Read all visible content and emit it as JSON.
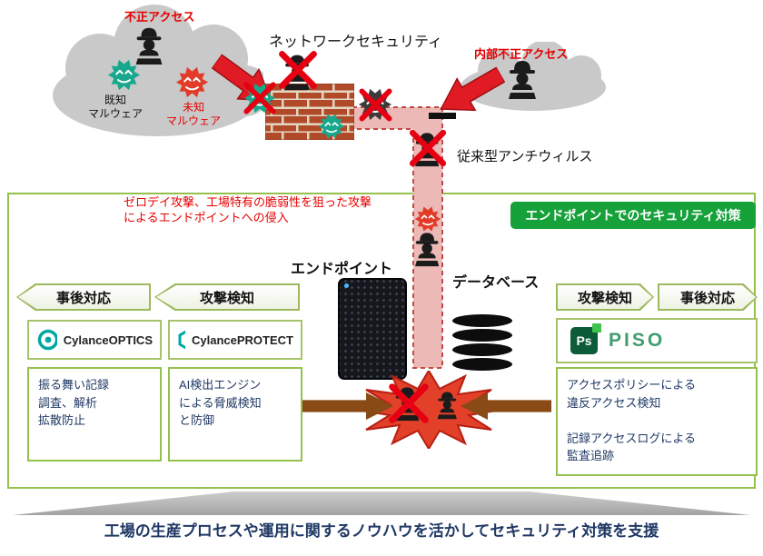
{
  "colors": {
    "accent_green": "#94c14e",
    "badge_green": "#16a13a",
    "alert_red": "#e60000",
    "path_pink": "#ecb9b6",
    "brown_arrow": "#8a4a15",
    "navy_text": "#1f3864",
    "teal_malware": "#17a88d",
    "red_malware": "#e23b28"
  },
  "top": {
    "unauthorized_access": "不正アクセス",
    "network_security_title": "ネットワークセキュリティ",
    "known_malware_label": "既知\nマルウェア",
    "unknown_malware_label": "未知\nマルウェア",
    "internal_unauthorized_access": "内部不正アクセス",
    "conventional_antivirus": "従来型アンチウィルス"
  },
  "main": {
    "zero_day_note": "ゼロデイ攻撃、工場特有の脆弱性を狙った攻撃\nによるエンドポイントへの侵入",
    "endpoint_security_badge": "エンドポイントでのセキュリティ対策",
    "endpoint_label": "エンドポイント",
    "database_label": "データベース",
    "left_banners": [
      {
        "label": "事後対応"
      },
      {
        "label": "攻撃検知"
      }
    ],
    "right_banners": [
      {
        "label": "攻撃検知"
      },
      {
        "label": "事後対応"
      }
    ],
    "products": {
      "optics": {
        "name": "CylanceOPTICS",
        "desc": "振る舞い記録\n調査、解析\n拡散防止"
      },
      "protect": {
        "name": "CylancePROTECT",
        "desc": "AI検出エンジン\nによる脅威検知\nと防御"
      },
      "piso": {
        "name": "PISO",
        "logo_text": "Ps",
        "desc": "アクセスポリシーによる\n違反アクセス検知\n\n記録アクセスログによる\n監査追跡"
      }
    }
  },
  "footer": {
    "message": "工場の生産プロセスや運用に関するノウハウを活かしてセキュリティ対策を支援"
  }
}
